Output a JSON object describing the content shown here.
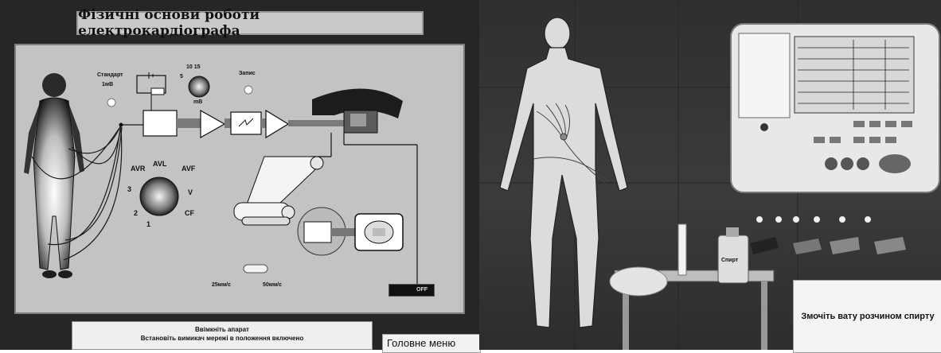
{
  "left_panel": {
    "title": "Фізичні основи роботи електрокардіографа",
    "labels": {
      "standard": "Стандарт",
      "mv1": "1мВ",
      "sens_scale": "10 15",
      "sens_5": "5",
      "sens_unit": "mB",
      "record": "Запис",
      "lead_avr": "AVR",
      "lead_avl": "AVL",
      "lead_avf": "AVF",
      "lead_3": "3",
      "lead_v": "V",
      "lead_2": "2",
      "lead_cf": "CF",
      "lead_1": "1",
      "speed_25": "25мм/с",
      "speed_50": "50мм/с",
      "power_off": "OFF"
    },
    "instruction": {
      "line1": "Ввімкніть апарат",
      "line2": "Встановіть вимикач мережі в положення включено"
    },
    "main_menu": "Головне меню"
  },
  "right_panel": {
    "hint": "Змочіть вату розчином спирту",
    "bottle_label": "Спирт"
  }
}
